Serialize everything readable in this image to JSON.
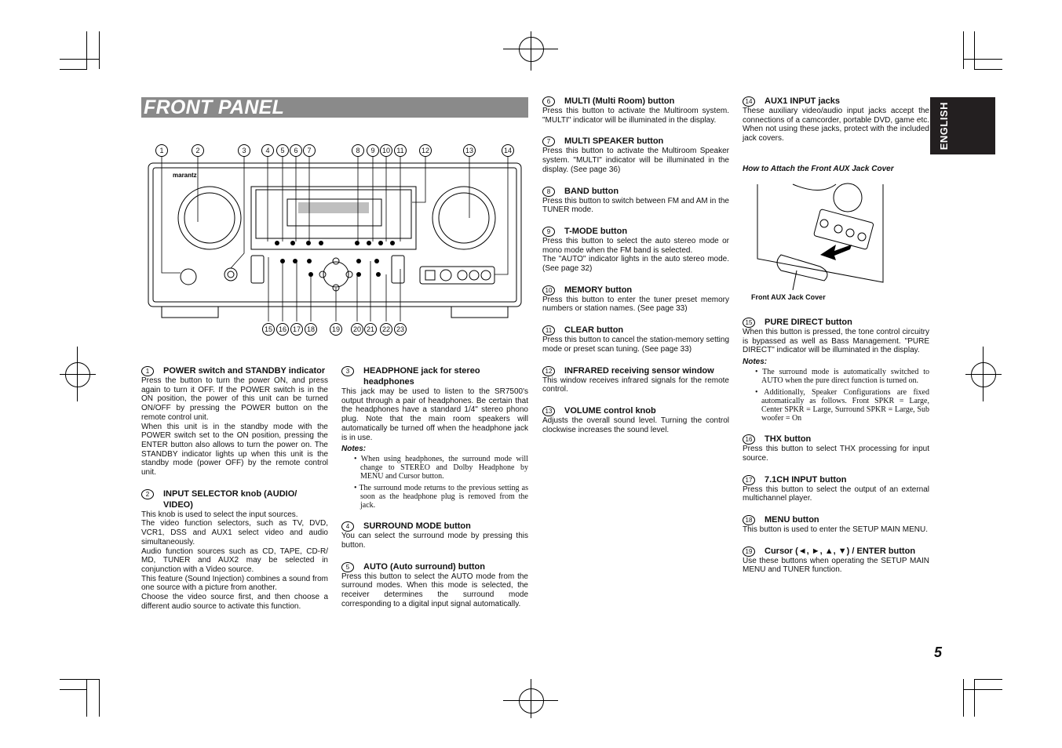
{
  "page": {
    "title": "FRONT PANEL",
    "language_tab": "ENGLISH",
    "page_number": "5"
  },
  "diagram": {
    "brand_logo": "marantz",
    "top_callouts": [
      "1",
      "2",
      "3",
      "4",
      "5",
      "6",
      "7",
      "8",
      "9",
      "10",
      "11",
      "12",
      "13",
      "14"
    ],
    "bottom_callouts": [
      "15",
      "16",
      "17",
      "18",
      "19",
      "20",
      "21",
      "22",
      "23"
    ]
  },
  "col1": [
    {
      "num": "1",
      "head": "POWER switch and STANDBY indicator",
      "paras": [
        "Press the button to turn the power ON, and press again to turn it OFF. If the POWER switch is in the ON position, the power of this unit can be turned ON/OFF by pressing the POWER button on the remote control unit.",
        "When this unit is in the standby mode with the POWER switch set to the ON position, pressing the ENTER button also allows to turn the power on. The STANDBY indicator lights up when this unit is the standby mode (power OFF) by the remote control unit."
      ]
    },
    {
      "num": "2",
      "head": "INPUT SELECTOR knob (AUDIO/ VIDEO)",
      "paras": [
        "This knob is used to select the input sources.",
        "The video function selectors, such as TV, DVD, VCR1, DSS and AUX1 select video and audio simultaneously.",
        "Audio function sources such as CD, TAPE, CD-R/ MD, TUNER and AUX2 may be selected in conjunction with a Video source.",
        "This feature (Sound Injection) combines a sound from one source with a picture from another.",
        "Choose the video source first, and then choose a different audio source to activate this function."
      ]
    }
  ],
  "col2": [
    {
      "num": "3",
      "head": "HEADPHONE jack for stereo headphones",
      "paras": [
        "This jack may be used to listen to the SR7500's output through a pair of headphones. Be certain that the headphones have a standard 1/4\" stereo phono plug. Note that the main room speakers will automatically be turned off when the headphone jack is in use."
      ],
      "notes_label": "Notes:",
      "notes": [
        "• When using headphones, the surround mode will change to STEREO and Dolby Headphone by MENU and Cursor button.",
        "• The surround mode returns to the previous setting as soon as the headphone plug is removed from the jack."
      ]
    },
    {
      "num": "4",
      "head": "SURROUND MODE button",
      "paras": [
        "You can select the surround mode by pressing this button."
      ]
    },
    {
      "num": "5",
      "head": "AUTO (Auto surround) button",
      "paras": [
        "Press this button to select the AUTO mode from the surround modes. When this mode is selected, the receiver determines the surround mode corresponding to a digital input signal automatically."
      ]
    }
  ],
  "col3": [
    {
      "num": "6",
      "head": "MULTI (Multi Room) button",
      "paras": [
        "Press this button to activate the Multiroom system. \"MULTI\" indicator will be illuminated in the display."
      ]
    },
    {
      "num": "7",
      "head": "MULTI SPEAKER button",
      "paras": [
        "Press this button to activate the Multiroom Speaker system. \"MULTI\" indicator will be illuminated in the display. (See page 36)"
      ]
    },
    {
      "num": "8",
      "head": "BAND button",
      "paras": [
        "Press this button to switch between FM and AM in the TUNER mode."
      ]
    },
    {
      "num": "9",
      "head": "T-MODE button",
      "paras": [
        "Press this button to select the auto stereo mode or mono mode when the FM band is selected.",
        "The \"AUTO\" indicator lights in the auto stereo mode. (See page 32)"
      ]
    },
    {
      "num": "10",
      "head": "MEMORY button",
      "paras": [
        "Press this button to enter the tuner preset memory numbers or station names. (See page 33)"
      ]
    },
    {
      "num": "11",
      "head": "CLEAR button",
      "paras": [
        "Press this button to cancel the station-memory setting mode or preset scan tuning. (See page 33)"
      ]
    },
    {
      "num": "12",
      "head": "INFRARED receiving sensor window",
      "paras": [
        "This window receives infrared signals for the remote control."
      ]
    },
    {
      "num": "13",
      "head": "VOLUME control knob",
      "paras": [
        "Adjusts the overall sound level. Turning the control clockwise increases the sound level."
      ]
    }
  ],
  "col4a": [
    {
      "num": "14",
      "head": "AUX1 INPUT jacks",
      "paras": [
        "These auxiliary video/audio input jacks accept the connections of a camcorder, portable DVD, game etc. When not using these jacks, protect with the included jack covers."
      ]
    }
  ],
  "aux_caption": "How to Attach the Front AUX Jack Cover",
  "aux_label": "Front AUX Jack Cover",
  "col4b": [
    {
      "num": "15",
      "head": "PURE DIRECT button",
      "paras": [
        "When this button is pressed, the tone control circuitry is bypassed as well as Bass Management. \"PURE DIRECT\" indicator will be illuminated in the display."
      ],
      "notes_label": "Notes:",
      "notes": [
        "• The surround mode is automatically switched to AUTO when the pure direct function is turned on.",
        "• Additionally, Speaker Configurations are fixed automatically as follows. Front SPKR = Large, Center SPKR = Large, Surround SPKR = Large, Sub woofer = On"
      ]
    },
    {
      "num": "16",
      "head": "THX button",
      "paras": [
        "Press this button to select THX processing for input source."
      ]
    },
    {
      "num": "17",
      "head": "7.1CH INPUT button",
      "paras": [
        "Press this button to select the output of an external multichannel player."
      ]
    },
    {
      "num": "18",
      "head": "MENU button",
      "paras": [
        "This button is used to enter the SETUP MAIN MENU."
      ]
    },
    {
      "num": "19",
      "head": "Cursor (◄, ►, ▲, ▼) / ENTER button",
      "paras": [
        "Use these buttons when operating the SETUP MAIN MENU and TUNER function."
      ]
    }
  ]
}
